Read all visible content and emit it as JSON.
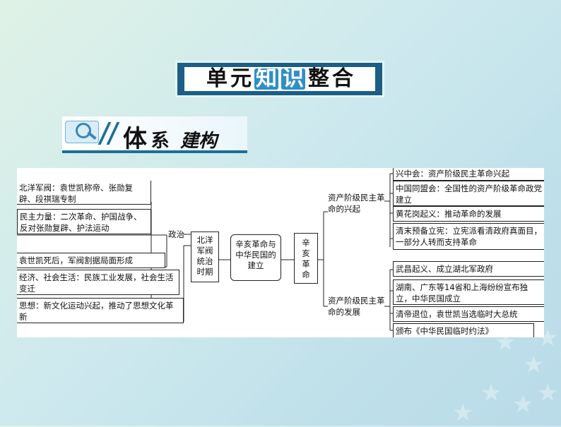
{
  "header": {
    "chars": [
      "单",
      "元",
      "知",
      "识",
      "整",
      "合"
    ]
  },
  "subheader": {
    "big": "体",
    "rest": "系",
    "tail": "建构"
  },
  "diagram": {
    "left_items": [
      "北洋军阀：袁世凯称帝、张勋复辟、段祺瑞专制",
      "民主力量：二次革命、护国战争、反对张勋复辟、护法运动",
      "袁世凯死后，军阀割据局面形成",
      "经济、社会生活：民族工业发展，社会生活变迁",
      "思想：新文化运动兴起，推动了思想文化革新"
    ],
    "politics_label": "政治",
    "beiyang_label": "北洋军阀统治时期",
    "center_label": "辛亥革命与中华民国的建立",
    "xinhai_label": "辛亥革命",
    "branch_rise": "资产阶级民主革命的兴起",
    "branch_dev": "资产阶级民主革命的发展",
    "rise_items": [
      "兴中会：资产阶级民主革命兴起",
      "中国同盟会：全国性的资产阶级革命政党建立",
      "黄花岗起义：推动革命的发展",
      "清末预备立宪：立宪派看清政府真面目，一部分人转而支持革命"
    ],
    "dev_items": [
      "武昌起义、成立湖北军政府",
      "湖南、广东等14省和上海纷纷宣布独立，中华民国成立",
      "清帝退位，袁世凯当选临时大总统",
      "颁布《中华民国临时约法》"
    ]
  }
}
